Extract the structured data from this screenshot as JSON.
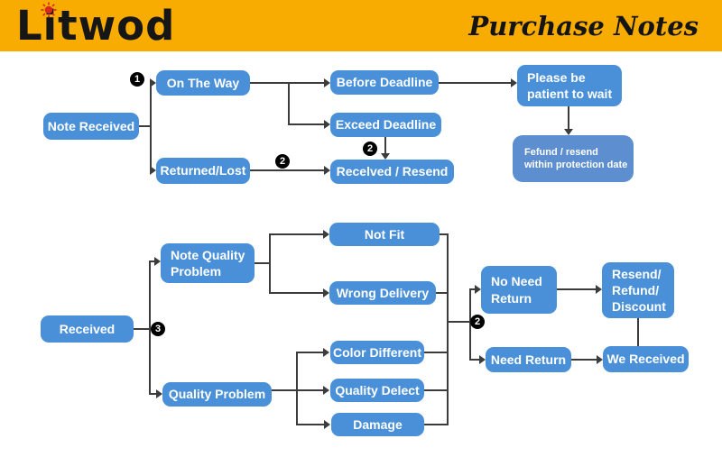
{
  "header": {
    "logo_text": "Litwod",
    "title": "Purchase Notes"
  },
  "colors": {
    "header_bg": "#F8AB00",
    "node_blue": "#4A90D9",
    "node_blue_light": "#5C8ED0",
    "connector": "#3C3C3C",
    "logo_sun_red": "#D5281E",
    "logo_text_color": "#161616",
    "node_text": "#FFFFFF"
  },
  "flowchart": {
    "nodes": {
      "note_received": {
        "label": "Note Received"
      },
      "on_the_way": {
        "label": "On The Way"
      },
      "returned_lost": {
        "label": "Returned/Lost"
      },
      "before_deadline": {
        "label": "Before Deadline"
      },
      "exceed_deadline": {
        "label": "Exceed Deadline"
      },
      "recelved_resend": {
        "label": "Recelved / Resend"
      },
      "please_wait": {
        "label": "Please be\npatient to wait"
      },
      "fefund": {
        "label": "Fefund / resend\nwithin protection date"
      },
      "received": {
        "label": "Received"
      },
      "note_quality": {
        "label": "Note Quality\nProblem"
      },
      "quality_problem": {
        "label": "Quality Problem"
      },
      "not_fit": {
        "label": "Not Fit"
      },
      "wrong_delivery": {
        "label": "Wrong Delivery"
      },
      "color_different": {
        "label": "Color Different"
      },
      "quality_delect": {
        "label": "Quality Delect"
      },
      "damage": {
        "label": "Damage"
      },
      "no_need_return": {
        "label": "No Need\nReturn"
      },
      "need_return": {
        "label": "Need Return"
      },
      "resend_refund": {
        "label": "Resend/\nRefund/\nDiscount"
      },
      "we_received": {
        "label": "We Received"
      }
    },
    "markers": {
      "m1": "1",
      "m2_exceed": "2",
      "m2_returned": "2",
      "m2_split": "2",
      "m3": "3"
    }
  }
}
